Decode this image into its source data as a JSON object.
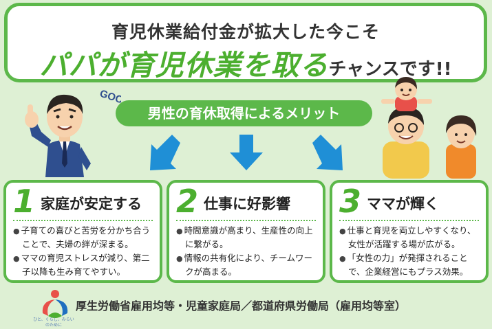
{
  "header": {
    "line1": "育児休業給付金が拡大した今こそ",
    "line2_emphasis": "パパが育児休業を取る",
    "line2_rest": "チャンスです!!"
  },
  "merit_label": "男性の育休取得によるメリット",
  "good_text": "GOOD!",
  "cards": [
    {
      "number": "1",
      "title": "家庭が安定する",
      "bullets": [
        "子育ての喜びと苦労を分かち合うことで、夫婦の絆が深まる。",
        "ママの育児ストレスが減り、第二子以降も生み育てやすい。"
      ]
    },
    {
      "number": "2",
      "title": "仕事に好影響",
      "bullets": [
        "時間意識が高まり、生産性の向上に繋がる。",
        "情報の共有化により、チームワークが高まる。"
      ]
    },
    {
      "number": "3",
      "title": "ママが輝く",
      "bullets": [
        "仕事と育児を両立しやすくなり、女性が活躍する場が広がる。",
        "「女性の力」が発揮されることで、企業経営にもプラス効果。"
      ]
    }
  ],
  "footer": {
    "text": "厚生労働省雇用均等・児童家庭局／都道府県労働局（雇用均等室）",
    "logo_caption": "ひと、くらし、みらいのために"
  },
  "colors": {
    "background": "#def0d4",
    "brand_green": "#5cb84a",
    "arrow_blue": "#1f8fd6"
  }
}
